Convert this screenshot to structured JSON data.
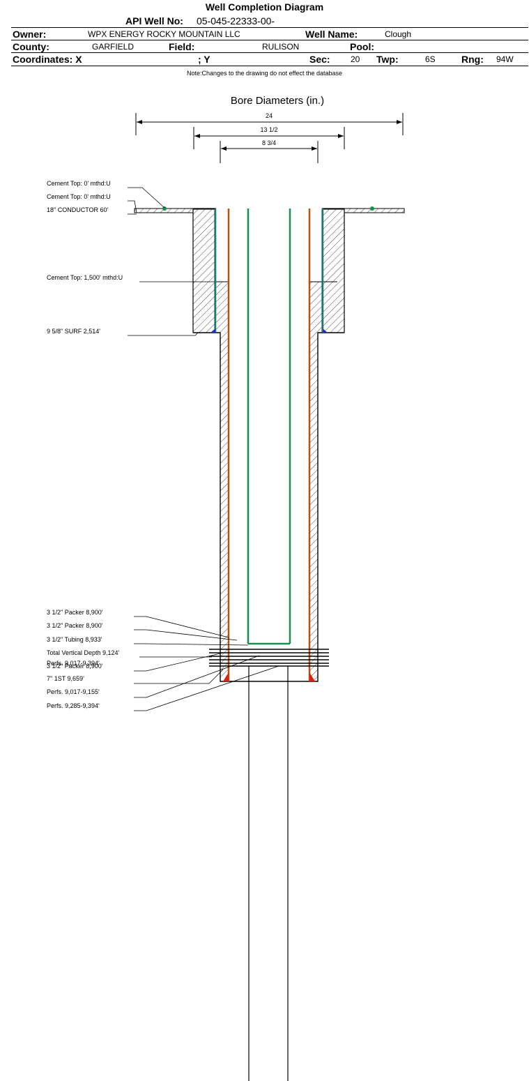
{
  "title": "Well Completion Diagram",
  "header": {
    "api_label": "API Well No:",
    "api_value": "05-045-22333-00-",
    "owner_label": "Owner:",
    "owner_value": "WPX ENERGY ROCKY MOUNTAIN LLC",
    "well_name_label": "Well Name:",
    "well_name_value": "Clough",
    "county_label": "County:",
    "county_value": "GARFIELD",
    "field_label": "Field:",
    "field_value": "RULISON",
    "pool_label": "Pool:",
    "pool_value": "",
    "coords_label": "Coordinates: X",
    "coords_y_label": "; Y",
    "sec_label": "Sec:",
    "sec_value": "20",
    "twp_label": "Twp:",
    "twp_value": "6S",
    "rng_label": "Rng:",
    "rng_value": "94W"
  },
  "note": "Note:Changes to the drawing do not effect the database",
  "diagram": {
    "bore_title": "Bore Diameters (in.)",
    "bore_dims": [
      "24",
      "13 1/2",
      "8 3/4"
    ],
    "upper_labels": [
      "Cement Top: 0' mthd:U",
      "Cement Top: 0' mthd:U",
      "18\" CONDUCTOR  60'",
      "Cement Top: 1,500' mthd:U",
      "9 5/8\" SURF      2,514'"
    ],
    "lower_labels": [
      "3 1/2\" Packer 8,900'",
      "3 1/2\" Packer 8,900'",
      "3 1/2\" Tubing 8,933'",
      "Total Vertical Depth 9,124'",
      "Perfs. 9,017-9,394'",
      "3 1/2\" Packer 8,900'",
      "7\" 1ST       9,659'",
      "Perfs. 9,017-9,155'",
      "Perfs. 9,285-9,394'"
    ],
    "colors": {
      "teal_casing": "#1a7a6e",
      "orange_casing": "#b5520f",
      "green_tubing": "#14904a",
      "red_shoe": "#e02010",
      "blue_shoe": "#1f2fd0",
      "hatch": "#000000"
    }
  }
}
